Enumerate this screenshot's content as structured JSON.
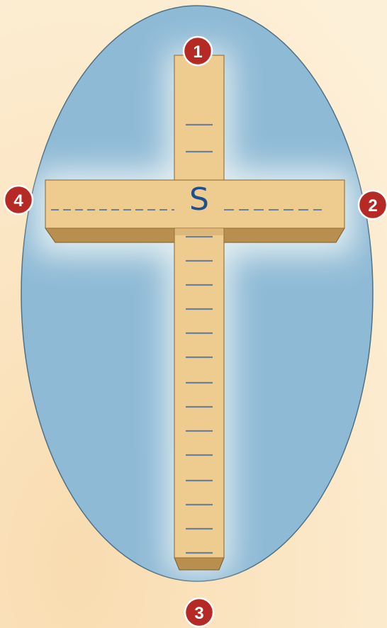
{
  "colors": {
    "background": "#fbe8c8",
    "ellipse_edge": "#8fbad6",
    "ellipse_glow": "#e9f2f3",
    "wood_face": "#eecb8e",
    "wood_edge": "#c69a55",
    "wood_shadow": "#b88f4e",
    "tick": "#6e8097",
    "marker": "#b52a25",
    "center_letter": "#1f4f93"
  },
  "center_letter": "S",
  "markers": [
    {
      "label": "1",
      "icon": "numbered-circle"
    },
    {
      "label": "2",
      "icon": "numbered-circle"
    },
    {
      "label": "3",
      "icon": "numbered-circle"
    },
    {
      "label": "4",
      "icon": "numbered-circle"
    }
  ]
}
